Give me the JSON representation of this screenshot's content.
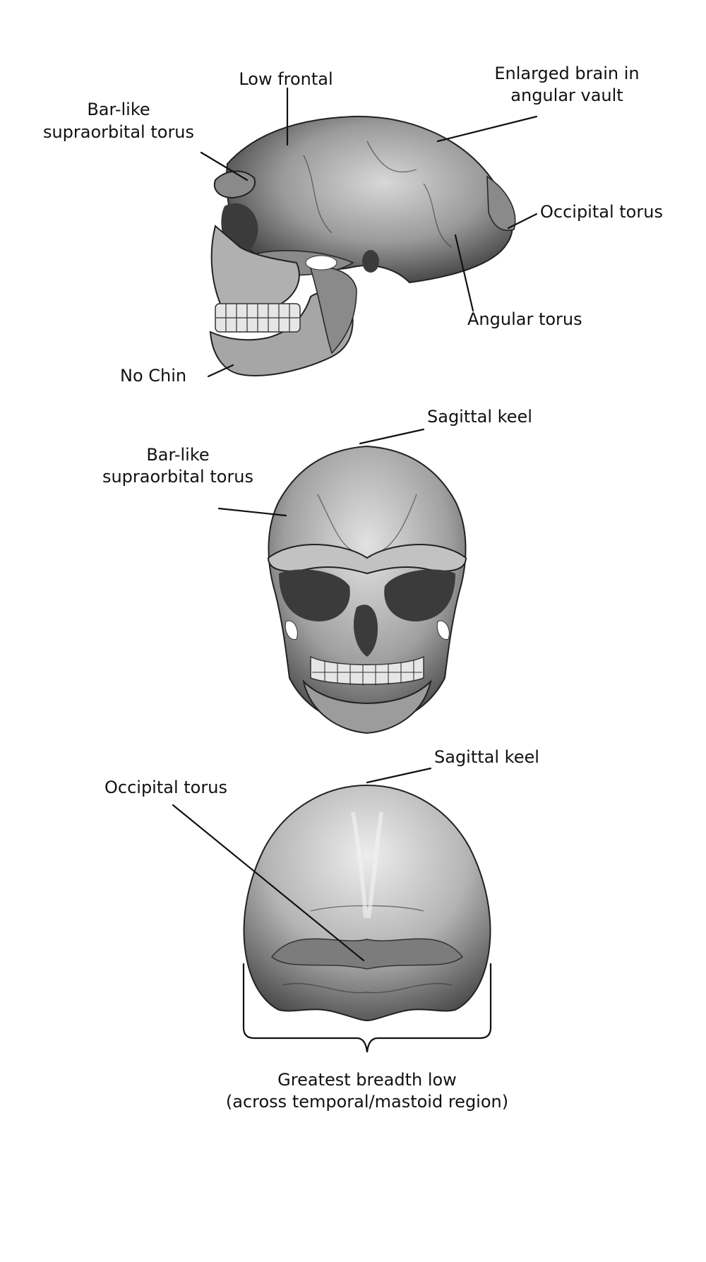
{
  "views": {
    "lateral": {
      "labels": {
        "low_frontal": "Low frontal",
        "enlarged_brain_1": "Enlarged brain in",
        "enlarged_brain_2": "angular vault",
        "supraorbital_1": "Bar-like",
        "supraorbital_2": "supraorbital torus",
        "occipital_torus": "Occipital torus",
        "angular_torus": "Angular torus",
        "no_chin": "No Chin"
      }
    },
    "frontal": {
      "labels": {
        "sagittal_keel": "Sagittal keel",
        "supraorbital_1": "Bar-like",
        "supraorbital_2": "supraorbital torus"
      }
    },
    "posterior": {
      "labels": {
        "sagittal_keel": "Sagittal keel",
        "occipital_torus": "Occipital torus",
        "breadth_1": "Greatest breadth low",
        "breadth_2": "(across temporal/mastoid region)"
      }
    }
  }
}
